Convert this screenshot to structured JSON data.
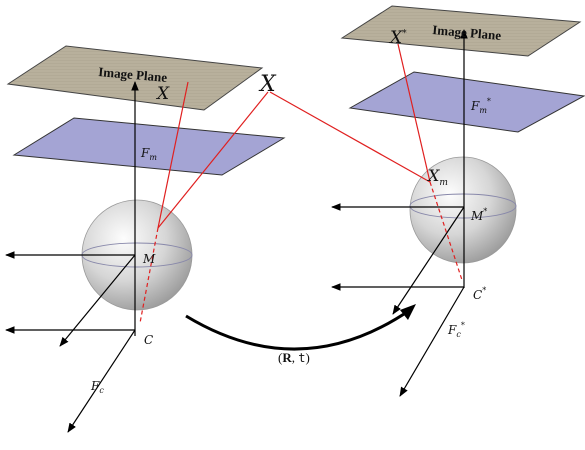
{
  "left_camera": {
    "image_plane_label": "Image Plane",
    "projection_label": "X",
    "mirror_frame_label": "F",
    "mirror_frame_sub": "m",
    "mirror_center_label": "M",
    "camera_center_label": "C",
    "camera_frame_label": "F",
    "camera_frame_sub": "c"
  },
  "right_camera": {
    "image_plane_label": "Image Plane",
    "projection_label": "X",
    "projection_sup": "*",
    "mirror_projection_label": "X",
    "mirror_projection_sub": "m",
    "mirror_frame_label": "F",
    "mirror_frame_sub": "m",
    "mirror_frame_sup": "*",
    "mirror_center_label": "M",
    "mirror_center_sup": "*",
    "camera_center_label": "C",
    "camera_center_sup": "*",
    "camera_frame_label": "F",
    "camera_frame_sub": "c",
    "camera_frame_sup": "*"
  },
  "scene_point_label": "X",
  "transform_label": {
    "open": "(",
    "rotation": "R",
    "separator": ", ",
    "translation": "t",
    "close": ")"
  },
  "colors": {
    "image_plane_fill": "#b5ad99",
    "mirror_plane_fill": "#a6a6d6",
    "ray": "#e02020",
    "axis": "#000000"
  }
}
